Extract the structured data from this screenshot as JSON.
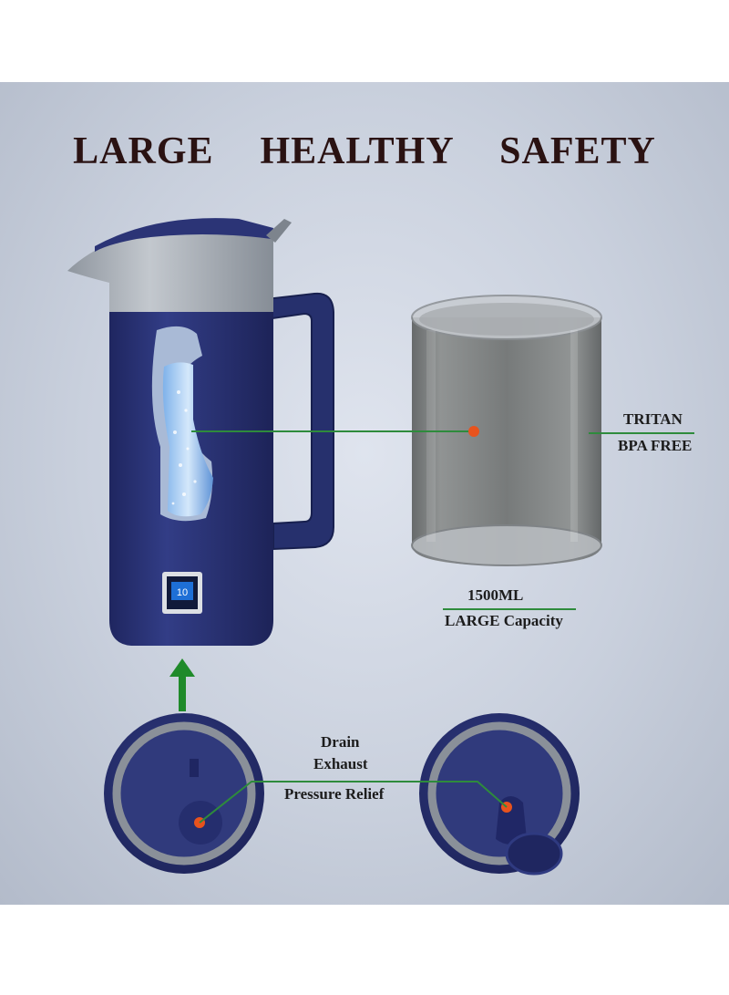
{
  "title": "LARGE  HEALTHY  SAFETY",
  "display_value": "10",
  "material": {
    "line1": "TRITAN",
    "line2": "BPA FREE"
  },
  "capacity": {
    "line1": "1500ML",
    "line2": "LARGE Capacity"
  },
  "valve": {
    "line1": "Drain",
    "line2": "Exhaust",
    "line3": "Pressure Relief"
  },
  "colors": {
    "jug_body": "#2b3476",
    "lid_band": "#a9b0b8",
    "leader_line": "#2e8b3c",
    "marker_dot": "#e8531d",
    "arrow": "#1f8a2a"
  }
}
